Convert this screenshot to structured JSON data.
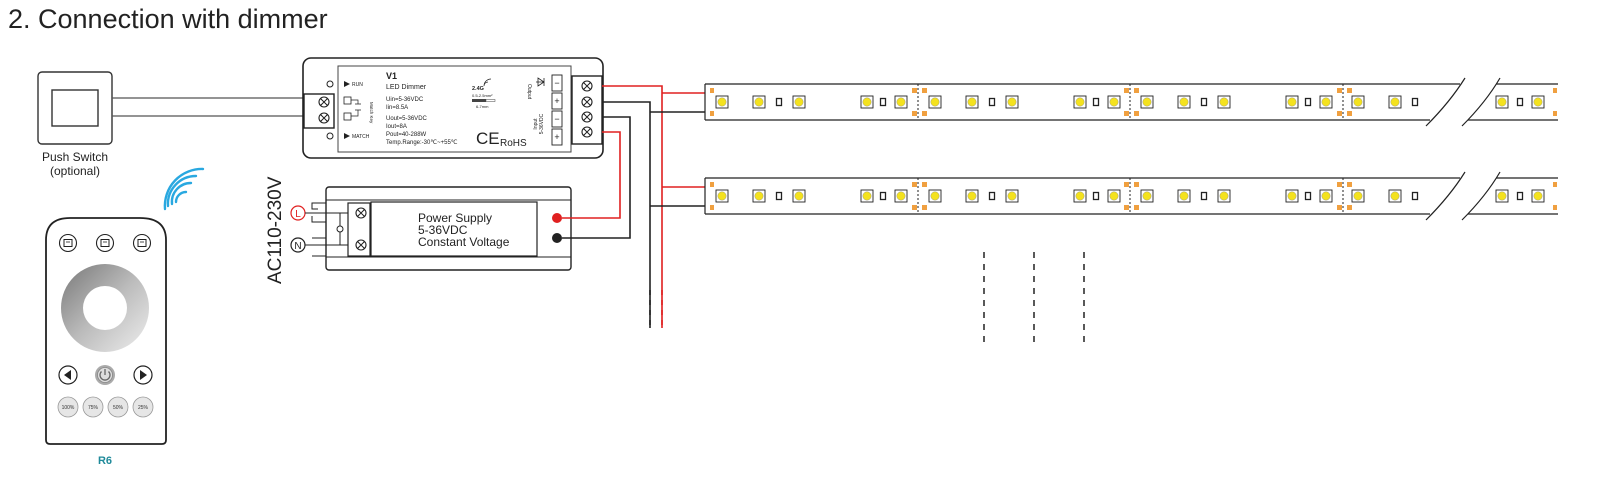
{
  "title": "2. Connection with dimmer",
  "push_switch": {
    "label_line1": "Push Switch",
    "label_line2": "(optional)"
  },
  "dimmer": {
    "model": "V1",
    "type": "LED Dimmer",
    "led_run": "RUN",
    "led_match": "MATCH",
    "button_label": "Match Key",
    "specs": [
      "Uin=5-36VDC",
      "Iin=8.5A",
      "Uout=5-36VDC",
      "Iout=8A",
      "Pout=40-288W",
      "Temp.Range:-30℃~+55℃"
    ],
    "rf_band": "2.4G",
    "rf_line2": "0.5-2.5mm²",
    "rf_line3": "6-7mm",
    "ce": "CE",
    "rohs": "RoHS",
    "output_label": "Output",
    "input_label1": "Input",
    "input_label2": "5-36VDC",
    "plus": "+",
    "minus": "−"
  },
  "power_supply": {
    "line1": "Power Supply",
    "line2": "5-36VDC",
    "line3": "Constant Voltage",
    "ac_label": "AC110-230V",
    "terminal_l": "L",
    "terminal_n": "N"
  },
  "remote": {
    "model": "R6",
    "buttons": [
      "100%",
      "75%",
      "50%",
      "25%"
    ]
  },
  "colors": {
    "wire_red": "#e02020",
    "wire_black": "#222222",
    "led_yellow": "#f4e21e",
    "pad_orange": "#f0a040",
    "wireless_blue": "#29a8e0",
    "remote_label": "#1f8a9a"
  }
}
